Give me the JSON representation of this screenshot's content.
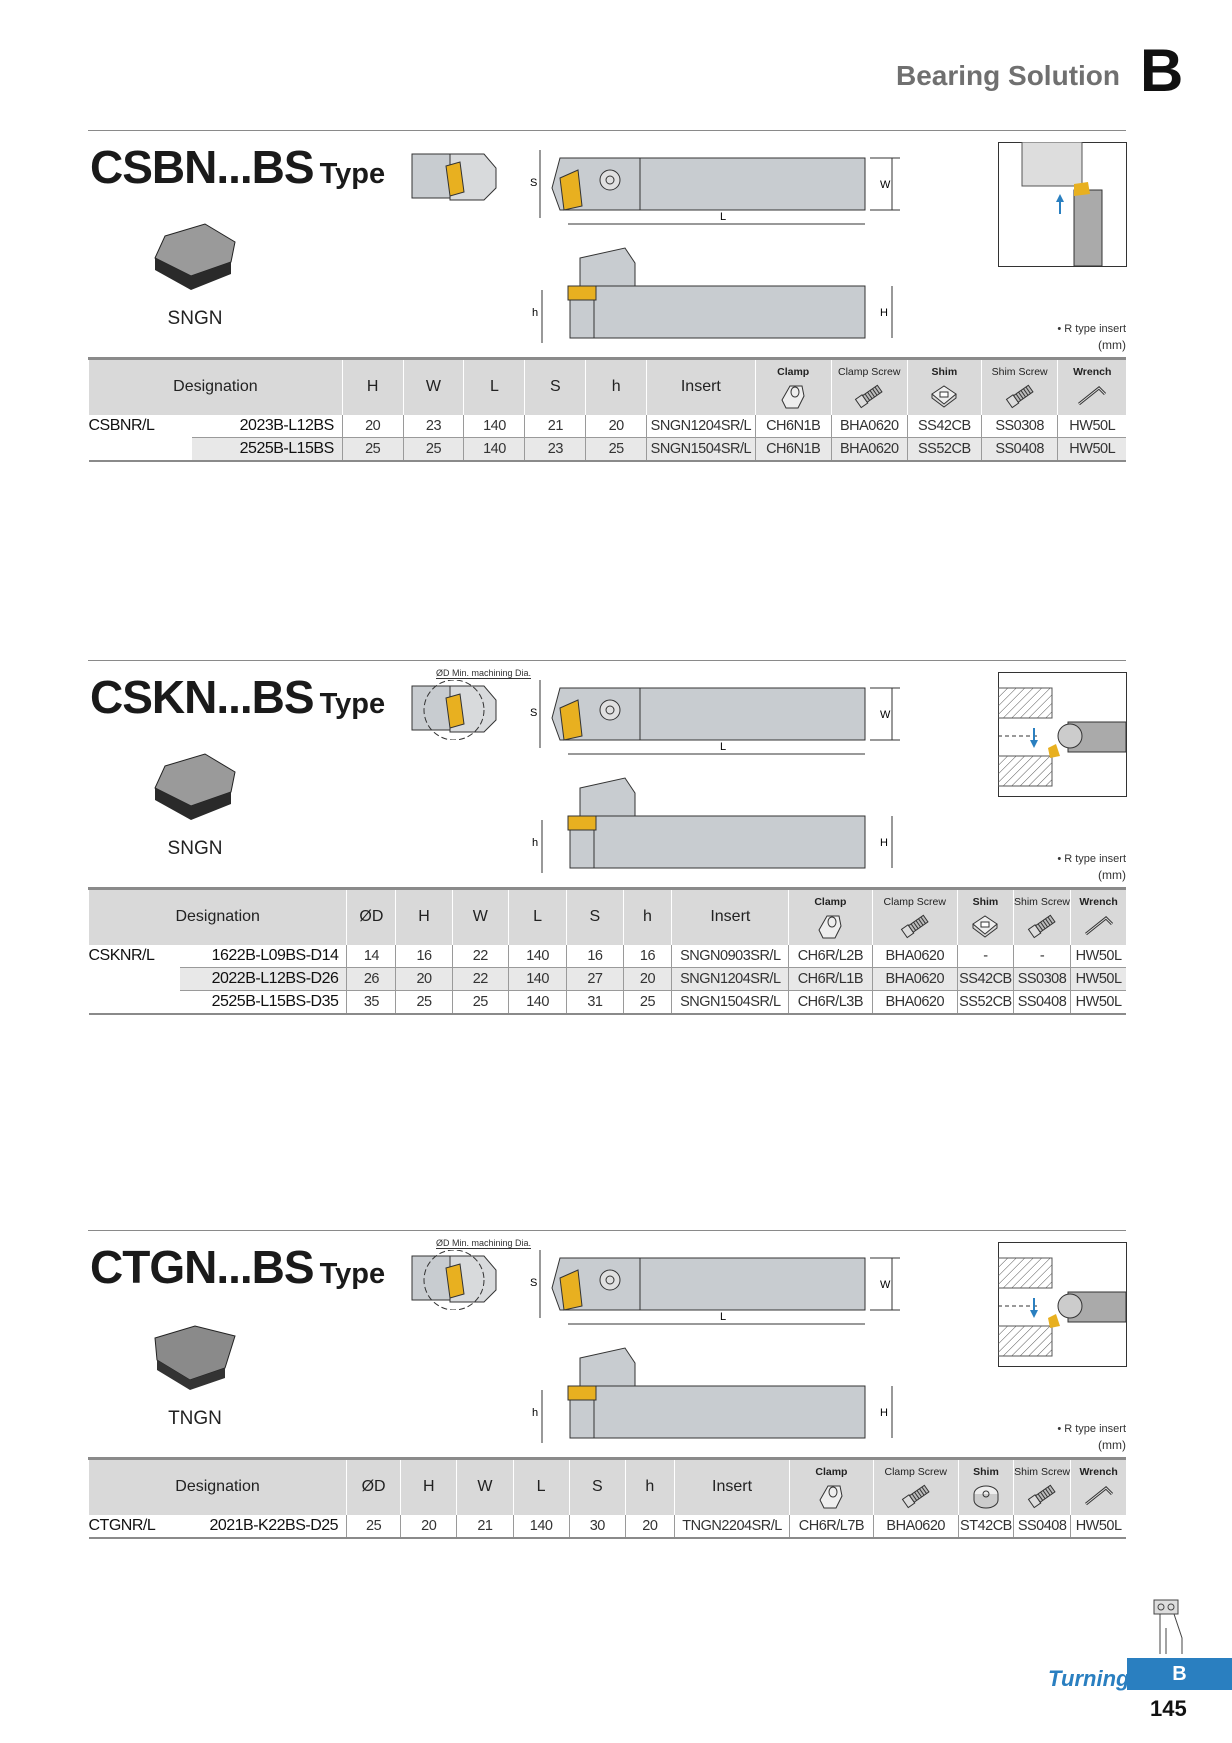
{
  "header": {
    "title": "Bearing Solution",
    "letter": "B"
  },
  "sections": [
    {
      "title": "CSBN...BS",
      "type_label": "Type",
      "insert": "SNGN",
      "note": "• R type insert",
      "unit": "(mm)",
      "dia_label": "",
      "dims": {
        "S": "S",
        "W": "W",
        "L": "L",
        "h": "h",
        "H": "H"
      },
      "columns": [
        "Designation",
        "H",
        "W",
        "L",
        "S",
        "h",
        "Insert"
      ],
      "accessories": [
        "Clamp",
        "Clamp Screw",
        "Shim",
        "Shim Screw",
        "Wrench"
      ],
      "rows": [
        {
          "series": "CSBNR/L",
          "code": "2023B-L12BS",
          "values": [
            "20",
            "23",
            "140",
            "21",
            "20",
            "SNGN1204SR/L",
            "CH6N1B",
            "BHA0620",
            "SS42CB",
            "SS0308",
            "HW50L"
          ]
        },
        {
          "series": "",
          "code": "2525B-L15BS",
          "values": [
            "25",
            "25",
            "140",
            "23",
            "25",
            "SNGN1504SR/L",
            "CH6N1B",
            "BHA0620",
            "SS52CB",
            "SS0408",
            "HW50L"
          ]
        }
      ]
    },
    {
      "title": "CSKN...BS",
      "type_label": "Type",
      "insert": "SNGN",
      "note": "• R type insert",
      "unit": "(mm)",
      "dia_label": "ØD Min. machining Dia.",
      "dims": {
        "S": "S",
        "W": "W",
        "L": "L",
        "h": "h",
        "H": "H"
      },
      "columns": [
        "Designation",
        "ØD",
        "H",
        "W",
        "L",
        "S",
        "h",
        "Insert"
      ],
      "accessories": [
        "Clamp",
        "Clamp Screw",
        "Shim",
        "Shim Screw",
        "Wrench"
      ],
      "rows": [
        {
          "series": "CSKNR/L",
          "code": "1622B-L09BS-D14",
          "values": [
            "14",
            "16",
            "22",
            "140",
            "16",
            "16",
            "SNGN0903SR/L",
            "CH6R/L2B",
            "BHA0620",
            "-",
            "-",
            "HW50L"
          ]
        },
        {
          "series": "",
          "code": "2022B-L12BS-D26",
          "values": [
            "26",
            "20",
            "22",
            "140",
            "27",
            "20",
            "SNGN1204SR/L",
            "CH6R/L1B",
            "BHA0620",
            "SS42CB",
            "SS0308",
            "HW50L"
          ]
        },
        {
          "series": "",
          "code": "2525B-L15BS-D35",
          "values": [
            "35",
            "25",
            "25",
            "140",
            "31",
            "25",
            "SNGN1504SR/L",
            "CH6R/L3B",
            "BHA0620",
            "SS52CB",
            "SS0408",
            "HW50L"
          ]
        }
      ]
    },
    {
      "title": "CTGN...BS",
      "type_label": "Type",
      "insert": "TNGN",
      "note": "• R type insert",
      "unit": "(mm)",
      "dia_label": "ØD Min. machining Dia.",
      "dims": {
        "S": "S",
        "W": "W",
        "L": "L",
        "h": "h",
        "H": "H"
      },
      "columns": [
        "Designation",
        "ØD",
        "H",
        "W",
        "L",
        "S",
        "h",
        "Insert"
      ],
      "accessories": [
        "Clamp",
        "Clamp Screw",
        "Shim",
        "Shim Screw",
        "Wrench"
      ],
      "rows": [
        {
          "series": "CTGNR/L",
          "code": "2021B-K22BS-D25",
          "values": [
            "25",
            "20",
            "21",
            "140",
            "30",
            "20",
            "TNGN2204SR/L",
            "CH6R/L7B",
            "BHA0620",
            "ST42CB",
            "SS0408",
            "HW50L"
          ]
        }
      ]
    }
  ],
  "footer": {
    "category": "Turning",
    "tab_letter": "B",
    "page": "145"
  },
  "colors": {
    "accent": "#2a7fc0",
    "insert": "#e8b020",
    "tool": "#c8ccd0"
  }
}
